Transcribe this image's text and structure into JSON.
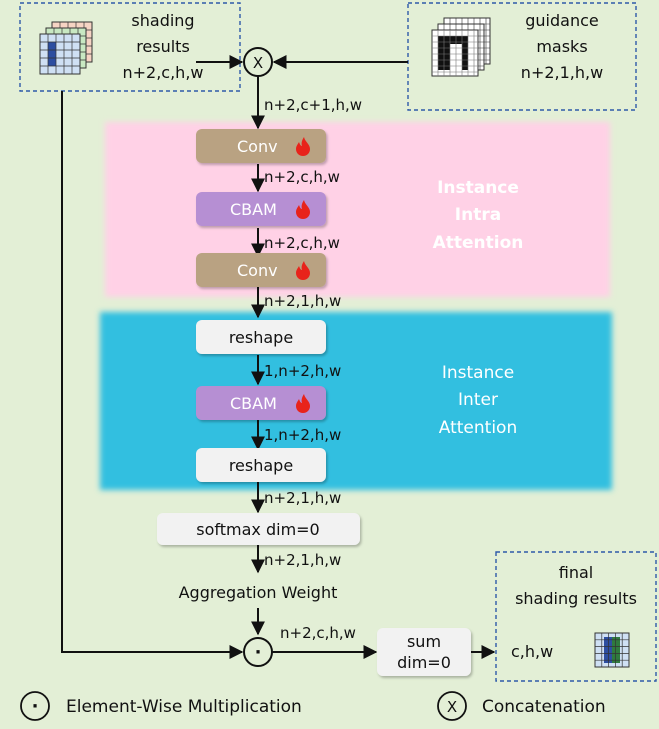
{
  "inputs": {
    "shading": {
      "line1": "shading",
      "line2": "results",
      "line3": "n+2,c,h,w"
    },
    "guidance": {
      "line1": "guidance",
      "line2": "masks",
      "line3": "n+2,1,h,w"
    }
  },
  "operators": {
    "concat_symbol": "X",
    "mult_symbol": "·"
  },
  "tensor_labels": {
    "after_concat": "n+2,c+1,h,w",
    "after_conv1": "n+2,c,h,w",
    "after_cbam1": "n+2,c,h,w",
    "after_conv2": "n+2,1,h,w",
    "after_reshape1": "1,n+2,h,w",
    "after_cbam2": "1,n+2,h,w",
    "after_reshape2": "n+2,1,h,w",
    "after_softmax": "n+2,1,h,w",
    "into_sum": "n+2,c,h,w"
  },
  "blocks": {
    "conv1": "Conv",
    "cbam1": "CBAM",
    "conv2": "Conv",
    "reshape1": "reshape",
    "cbam2": "CBAM",
    "reshape2": "reshape",
    "softmax": "softmax dim=0",
    "sum_line1": "sum",
    "sum_line2": "dim=0"
  },
  "regions": {
    "intra": {
      "line1": "Instance",
      "line2": "Intra",
      "line3": "Attention"
    },
    "inter": {
      "line1": "Instance",
      "line2": "Inter",
      "line3": "Attention"
    }
  },
  "aggregation_label": "Aggregation Weight",
  "output": {
    "line1": "final",
    "line2": "shading results",
    "line3": "c,h,w"
  },
  "legend": {
    "mult_symbol": "·",
    "mult_label": "Element-Wise Multiplication",
    "concat_symbol": "X",
    "concat_label": "Concatenation"
  },
  "colors": {
    "background": "#e3efd6",
    "conv_box": "#b9a282",
    "cbam_box": "#b68fd3",
    "plain_box": "#f2f2f2",
    "intra_region": "#ffd1e6",
    "inter_region": "#33bfe0",
    "flame": "#e8231b",
    "dashed_border": "#2e5aa8"
  },
  "icons": [
    "flame-icon",
    "grid-stack-icon",
    "mask-grid-icon",
    "output-grid-icon"
  ]
}
